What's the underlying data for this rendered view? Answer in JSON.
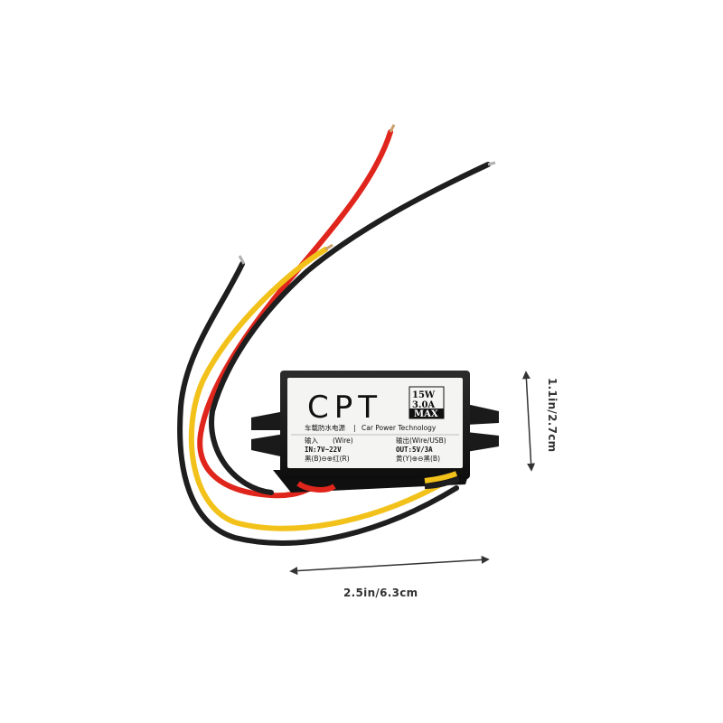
{
  "product": {
    "brand": "CPT",
    "rating_power": "15W",
    "rating_current": "3.0A",
    "rating_max": "MAX",
    "subtitle_cn": "车载防水电源",
    "subtitle_sep": "|",
    "subtitle_en": "Car Power Technology",
    "input_label": "输入",
    "input_type": "(Wire)",
    "input_spec": "IN:7V~22V",
    "input_wires": "黑(B)⊖⊕红(R)",
    "output_label": "输出(Wire/USB)",
    "output_spec": "OUT:5V/3A",
    "output_wires": "黄(Y)⊕⊖黑(B)"
  },
  "dimensions": {
    "height": "1.1in/2.7cm",
    "width": "2.5in/6.3cm"
  },
  "colors": {
    "wire_red": "#e0261c",
    "wire_yellow": "#f2c21b",
    "wire_black": "#1e1e1e",
    "housing": "#1a1a1a",
    "label_bg": "#f4f4f2"
  }
}
